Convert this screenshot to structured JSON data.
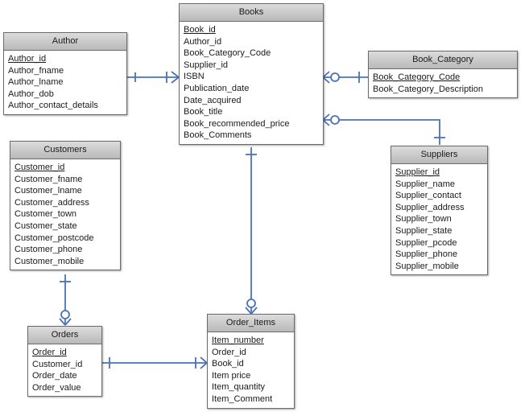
{
  "entities": {
    "books": {
      "title": "Books",
      "fields": [
        "Book_id",
        "Author_id",
        "Book_Category_Code",
        "Supplier_id",
        "ISBN",
        "Publication_date",
        "Date_acquired",
        "Book_title",
        "Book_recommended_price",
        "Book_Comments"
      ],
      "primary_key": "Book_id"
    },
    "author": {
      "title": "Author",
      "fields": [
        "Author_id",
        "Author_fname",
        "Author_lname",
        "Author_dob",
        "Author_contact_details"
      ],
      "primary_key": "Author_id"
    },
    "book_category": {
      "title": "Book_Category",
      "fields": [
        "Book_Category_Code",
        "Book_Category_Description"
      ],
      "primary_key": "Book_Category_Code"
    },
    "customers": {
      "title": "Customers",
      "fields": [
        "Customer_id",
        "Customer_fname",
        "Customer_lname",
        "Customer_address",
        "Customer_town",
        "Customer_state",
        "Customer_postcode",
        "Customer_phone",
        "Customer_mobile"
      ],
      "primary_key": "Customer_id"
    },
    "suppliers": {
      "title": "Suppliers",
      "fields": [
        "Supplier_id",
        "Supplier_name",
        "Supplier_contact",
        "Supplier_address",
        "Supplier_town",
        "Supplier_state",
        "Supplier_pcode",
        "Supplier_phone",
        "Supplier_mobile"
      ],
      "primary_key": "Supplier_id"
    },
    "orders": {
      "title": "Orders",
      "fields": [
        "Order_id",
        "Customer_id",
        "Order_date",
        "Order_value"
      ],
      "primary_key": "Order_id"
    },
    "order_items": {
      "title": "Order_Items",
      "fields": [
        "Item_number",
        "Order_id",
        "Book_id",
        "Item price",
        "Item_quantity",
        "Item_Comment"
      ],
      "primary_key": "Item_number"
    }
  },
  "relationships": [
    {
      "one": "Author",
      "many": "Books",
      "one_end": "one-mandatory",
      "many_end": "one-or-many"
    },
    {
      "one": "Book_Category",
      "many": "Books",
      "one_end": "one-mandatory",
      "many_end": "zero-or-many"
    },
    {
      "one": "Suppliers",
      "many": "Books",
      "one_end": "one-mandatory",
      "many_end": "zero-or-many"
    },
    {
      "one": "Books",
      "many": "Order_Items",
      "one_end": "one-mandatory",
      "many_end": "zero-or-many"
    },
    {
      "one": "Customers",
      "many": "Orders",
      "one_end": "one-mandatory",
      "many_end": "zero-or-many"
    },
    {
      "one": "Orders",
      "many": "Order_Items",
      "one_end": "one-mandatory",
      "many_end": "one-or-many"
    }
  ],
  "colors": {
    "connector": "#4a72b8",
    "header_top": "#dcdcdc",
    "header_bottom": "#b9b9b9",
    "border": "#6b6b6b"
  }
}
